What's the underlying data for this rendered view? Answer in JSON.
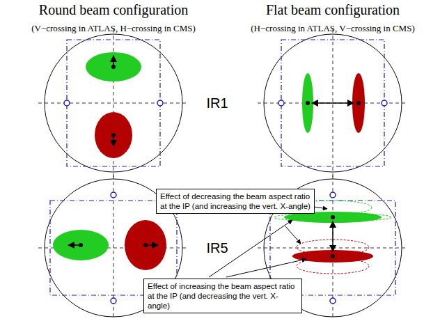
{
  "diagram": {
    "nodes": [
      {
        "text": [
          "Effect of decreasing the beam aspect ratio at the IP (and increasing the vert. X-angle)"
        ]
      },
      {
        "text": [
          "Effect of increasing the beam aspect ratio at the IP (and decreasing the vert. X-angle)"
        ]
      }
    ],
    "labels": [
      "Round beam configuration",
      "(V−crossing in ATLAS, H−crossing in CMS)",
      "Flat beam configuration",
      "(H−crossing in ATLAS, V−crossing in CMS)",
      "IR1",
      "IR5"
    ]
  }
}
